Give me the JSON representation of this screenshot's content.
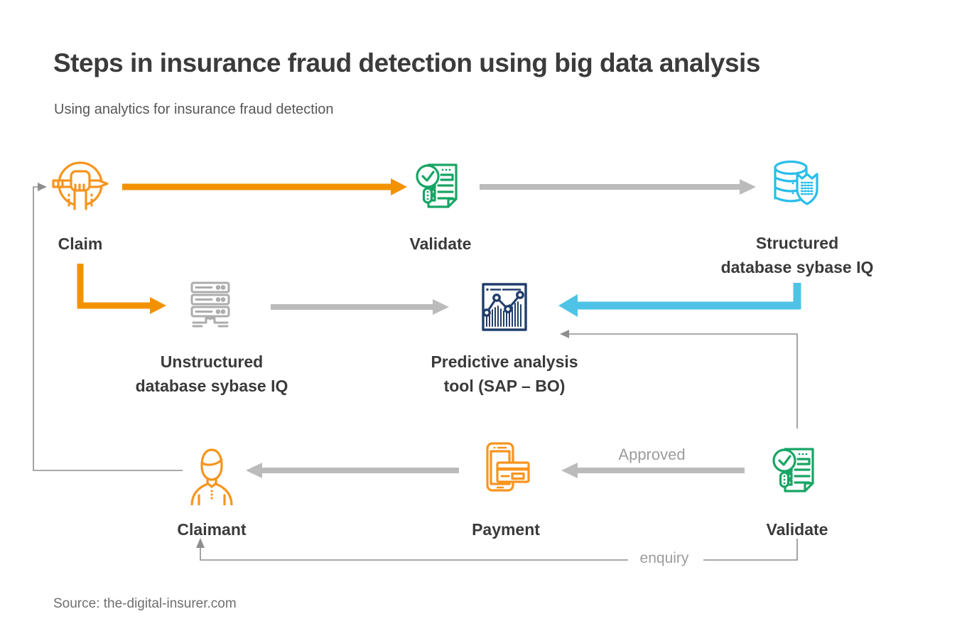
{
  "header": {
    "title": "Steps in insurance fraud detection using big data analysis",
    "subtitle": "Using analytics for insurance fraud detection"
  },
  "diagram": {
    "nodes": {
      "claim": {
        "label": "Claim",
        "icon": "hand-pencil-claim-icon",
        "color": "#F7941E"
      },
      "validate_top": {
        "label": "Validate",
        "icon": "document-check-magnifier-icon",
        "color": "#17A565"
      },
      "structured_db": {
        "label1": "Structured",
        "label2": "database sybase IQ",
        "icon": "database-shield-icon",
        "color": "#29BDEB"
      },
      "unstructured_db": {
        "label1": "Unstructured",
        "label2": "database sybase IQ",
        "icon": "server-stack-icon",
        "color": "#ACACAC"
      },
      "predictive_tool": {
        "label1": "Predictive analysis",
        "label2": "tool (SAP – BO)",
        "icon": "analytics-chart-icon",
        "color": "#203E6C"
      },
      "claimant": {
        "label": "Claimant",
        "icon": "person-icon",
        "color": "#F7941E"
      },
      "payment": {
        "label": "Payment",
        "icon": "phone-payment-card-icon",
        "color": "#F7941E"
      },
      "validate_bottom": {
        "label": "Validate",
        "icon": "document-check-magnifier-icon",
        "color": "#17A565"
      }
    },
    "edge_labels": {
      "approved": "Approved",
      "enquiry": "enquiry"
    },
    "arrow_colors": {
      "orange": "#F39200",
      "cyan": "#4FC3E6",
      "gray": "#BBBBBB",
      "thin_gray": "#8E8E8E"
    }
  },
  "footer": {
    "source": "Source: the-digital-insurer.com"
  }
}
